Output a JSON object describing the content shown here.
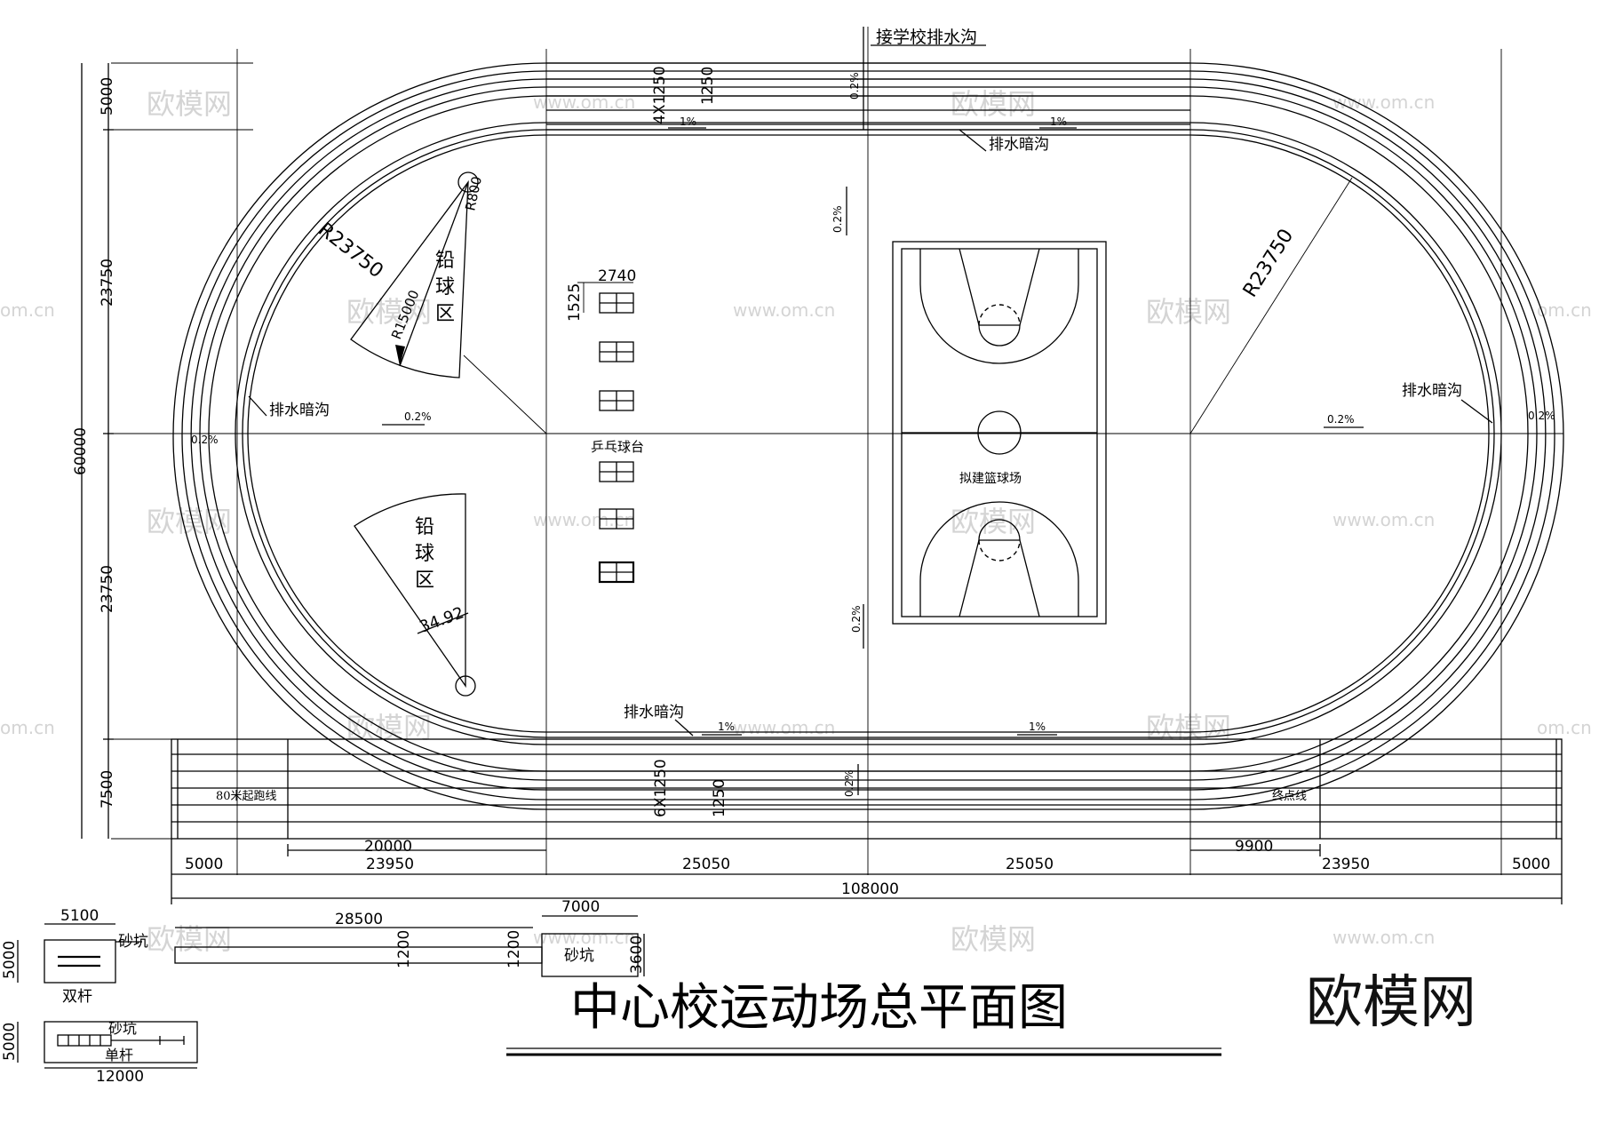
{
  "title": "中心校运动场总平面图",
  "brand": "欧模网",
  "watermark": {
    "cn": "欧模网",
    "url": "www.om.cn",
    "url_short": "om.cn"
  },
  "labels": {
    "drain_connect": "接学校排水沟",
    "hidden_drain": "排水暗沟",
    "shot_put": [
      "铅",
      "球",
      "区"
    ],
    "table_tennis": "乒乓球台",
    "basketball": "拟建篮球场",
    "start_80m": "80米起跑线",
    "finish": "终点线",
    "sand_pit": "砂坑",
    "double_bar": "双杆",
    "single_bar": "单杆"
  },
  "slopes": {
    "p02": "0.2%",
    "p1": "1%"
  },
  "dims": {
    "d5000": "5000",
    "d23750": "23750",
    "d60000": "60000",
    "d7500": "7500",
    "d4x1250": "4X1250",
    "d6x1250": "6X1250",
    "d1250": "1250",
    "r23750": "R23750",
    "r800": "R800",
    "r15000": "R15000",
    "a3492": "34.92",
    "d2740": "2740",
    "d1525": "1525",
    "d20000": "20000",
    "d9900": "9900",
    "d23950": "23950",
    "d25050": "25050",
    "d108000": "108000",
    "d5100": "5100",
    "d28500": "28500",
    "d7000": "7000",
    "d1200": "1200",
    "d3600": "3600",
    "d12000": "12000"
  }
}
